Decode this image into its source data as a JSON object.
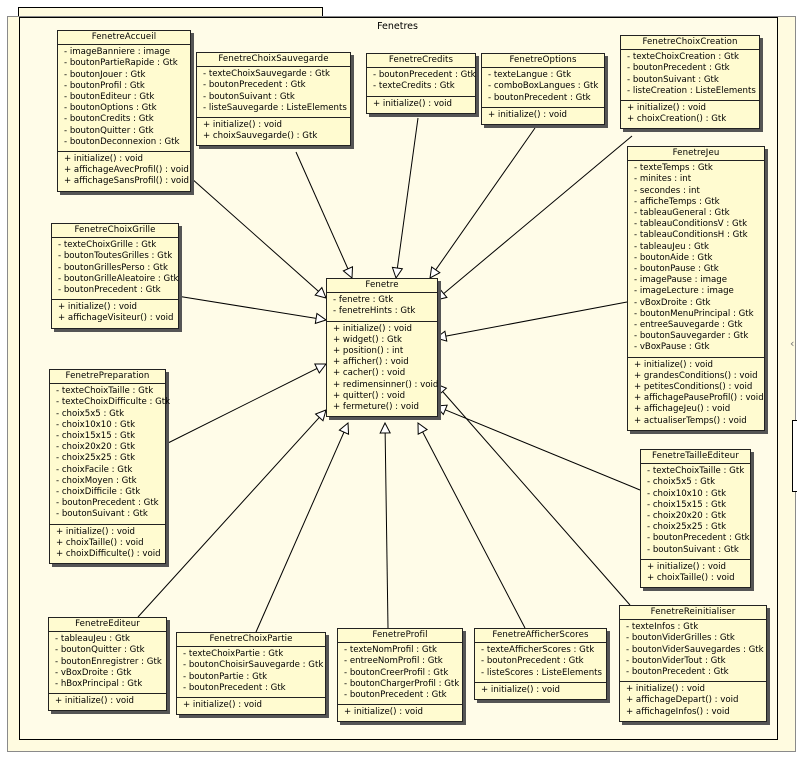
{
  "package": {
    "name": "Fenetres"
  },
  "classes": {
    "fenetre": {
      "name": "Fenetre",
      "attributes": [
        "- fenetre : Gtk",
        "- fenetreHints : Gtk"
      ],
      "methods": [
        "+ initialize() : void",
        "+ widget() : Gtk",
        "+ position() : int",
        "+ afficher() : void",
        "+ cacher() : void",
        "+ redimensinner() : void",
        "+ quitter() : void",
        "+ fermeture() : void"
      ]
    },
    "accueil": {
      "name": "FenetreAccueil",
      "attributes": [
        "- imageBanniere : image",
        "- boutonPartieRapide : Gtk",
        "- boutonJouer : Gtk",
        "- boutonProfil : Gtk",
        "- boutonEditeur : Gtk",
        "- boutonOptions : Gtk",
        "- boutonCredits : Gtk",
        "- boutonQuitter : Gtk",
        "- boutonDeconnexion : Gtk"
      ],
      "methods": [
        "+ initialize() : void",
        "+ affichageAvecProfil() : void",
        "+ affichageSansProfil() : void"
      ]
    },
    "choixSauvegarde": {
      "name": "FenetreChoixSauvegarde",
      "attributes": [
        "- texteChoixSauvegarde : Gtk",
        "- boutonPrecedent : Gtk",
        "- boutonSuivant : Gtk",
        "- listeSauvegarde : ListeElements"
      ],
      "methods": [
        "+ initialize() : void",
        "+ choixSauvegarde() : Gtk"
      ]
    },
    "credits": {
      "name": "FenetreCredits",
      "attributes": [
        "- boutonPrecedent : Gtk",
        "- texteCredits : Gtk"
      ],
      "methods": [
        "+ initialize() : void"
      ]
    },
    "options": {
      "name": "FenetreOptions",
      "attributes": [
        "- texteLangue : Gtk",
        "- comboBoxLangues : Gtk",
        "- boutonPrecedent : Gtk"
      ],
      "methods": [
        "+ initialize() : void"
      ]
    },
    "choixCreation": {
      "name": "FenetreChoixCreation",
      "attributes": [
        "- texteChoixCreation : Gtk",
        "- boutonPrecedent : Gtk",
        "- boutonSuivant : Gtk",
        "- listeCreation : ListeElements"
      ],
      "methods": [
        "+ initialize() : void",
        "+ choixCreation() : Gtk"
      ]
    },
    "jeu": {
      "name": "FenetreJeu",
      "attributes": [
        "- texteTemps : Gtk",
        "- minites : int",
        "- secondes : int",
        "- afficheTemps : Gtk",
        "- tableauGeneral : Gtk",
        "- tableauConditionsV : Gtk",
        "- tableauConditionsH : Gtk",
        "- tableauJeu : Gtk",
        "- boutonAide : Gtk",
        "- boutonPause : Gtk",
        "- imagePause : image",
        "- imageLecture : image",
        "- vBoxDroite : Gtk",
        "- boutonMenuPrincipal : Gtk",
        "- entreeSauvegarde : Gtk",
        "- boutonSauvegarder : Gtk",
        "- vBoxPause : Gtk"
      ],
      "methods": [
        "+ initialize() : void",
        "+ grandesConditions() : void",
        "+ petitesConditions() : void",
        "+ affichagePauseProfil() : void",
        "+ affichageJeu() : void",
        "+ actualiserTemps() : void"
      ]
    },
    "choixGrille": {
      "name": "FenetreChoixGrille",
      "attributes": [
        "- texteChoixGrille : Gtk",
        "- boutonToutesGrilles : Gtk",
        "- boutonGrillesPerso : Gtk",
        "- boutonGrilleAleatoire : Gtk",
        "- boutonPrecedent : Gtk"
      ],
      "methods": [
        "+ initialize() : void",
        "+ affichageVisiteur() : void"
      ]
    },
    "preparation": {
      "name": "FenetrePreparation",
      "attributes": [
        "- texteChoixTaille : Gtk",
        "- texteChoixDifficulte : Gtk",
        "- choix5x5 : Gtk",
        "- choix10x10 : Gtk",
        "- choix15x15 : Gtk",
        "- choix20x20 : Gtk",
        "- choix25x25 : Gtk",
        "- choixFacile : Gtk",
        "- choixMoyen : Gtk",
        "- choixDifficile : Gtk",
        "- boutonPrecedent : Gtk",
        "- boutonSuivant : Gtk"
      ],
      "methods": [
        "+ initialize() : void",
        "+ choixTaille() : void",
        "+ choixDifficulte() : void"
      ]
    },
    "tailleEditeur": {
      "name": "FenetreTailleEditeur",
      "attributes": [
        "- texteChoixTaille : Gtk",
        "- choix5x5 : Gtk",
        "- choix10x10 : Gtk",
        "- choix15x15 : Gtk",
        "- choix20x20 : Gtk",
        "- choix25x25 : Gtk",
        "- boutonPrecedent : Gtk",
        "- boutonSuivant : Gtk"
      ],
      "methods": [
        "+ initialize() : void",
        "+ choixTaille() : void"
      ]
    },
    "editeur": {
      "name": "FenetreEditeur",
      "attributes": [
        "- tableauJeu : Gtk",
        "- boutonQuitter : Gtk",
        "- boutonEnregistrer : Gtk",
        "- vBoxDroite : Gtk",
        "- hBoxPrincipal : Gtk"
      ],
      "methods": [
        "+ initialize() : void"
      ]
    },
    "choixPartie": {
      "name": "FenetreChoixPartie",
      "attributes": [
        "- texteChoixPartie : Gtk",
        "- boutonChoisirSauvegarde : Gtk",
        "- boutonPartie : Gtk",
        "- boutonPrecedent : Gtk"
      ],
      "methods": [
        "+ initialize() : void"
      ]
    },
    "profil": {
      "name": "FenetreProfil",
      "attributes": [
        "- texteNomProfil : Gtk",
        "- entreeNomProfil : Gtk",
        "- boutonCreerProfil : Gtk",
        "- boutonChargerProfil : Gtk",
        "- boutonPrecedent : Gtk"
      ],
      "methods": [
        "+ initialize() : void"
      ]
    },
    "afficherScores": {
      "name": "FenetreAfficherScores",
      "attributes": [
        "- texteAfficherScores : Gtk",
        "- boutonPrecedent : Gtk",
        "- listeScores : ListeElements"
      ],
      "methods": [
        "+ initialize() : void"
      ]
    },
    "reinitialiser": {
      "name": "FenetreReinitialiser",
      "attributes": [
        "- texteInfos : Gtk",
        "- boutonViderGrilles : Gtk",
        "- boutonViderSauvegardes : Gtk",
        "- boutonViderTout : Gtk",
        "- boutonPrecedent : Gtk"
      ],
      "methods": [
        "+ initialize() : void",
        "+ affichageDepart() : void",
        "+ affichageInfos() : void"
      ]
    }
  },
  "relations": [
    {
      "type": "generalization",
      "from": "accueil",
      "to": "fenetre"
    },
    {
      "type": "generalization",
      "from": "choixSauvegarde",
      "to": "fenetre"
    },
    {
      "type": "generalization",
      "from": "credits",
      "to": "fenetre"
    },
    {
      "type": "generalization",
      "from": "options",
      "to": "fenetre"
    },
    {
      "type": "generalization",
      "from": "choixCreation",
      "to": "fenetre"
    },
    {
      "type": "generalization",
      "from": "jeu",
      "to": "fenetre"
    },
    {
      "type": "generalization",
      "from": "choixGrille",
      "to": "fenetre"
    },
    {
      "type": "generalization",
      "from": "preparation",
      "to": "fenetre"
    },
    {
      "type": "generalization",
      "from": "tailleEditeur",
      "to": "fenetre"
    },
    {
      "type": "generalization",
      "from": "editeur",
      "to": "fenetre"
    },
    {
      "type": "generalization",
      "from": "choixPartie",
      "to": "fenetre"
    },
    {
      "type": "generalization",
      "from": "profil",
      "to": "fenetre"
    },
    {
      "type": "generalization",
      "from": "afficherScores",
      "to": "fenetre"
    },
    {
      "type": "generalization",
      "from": "reinitialiser",
      "to": "fenetre"
    }
  ]
}
